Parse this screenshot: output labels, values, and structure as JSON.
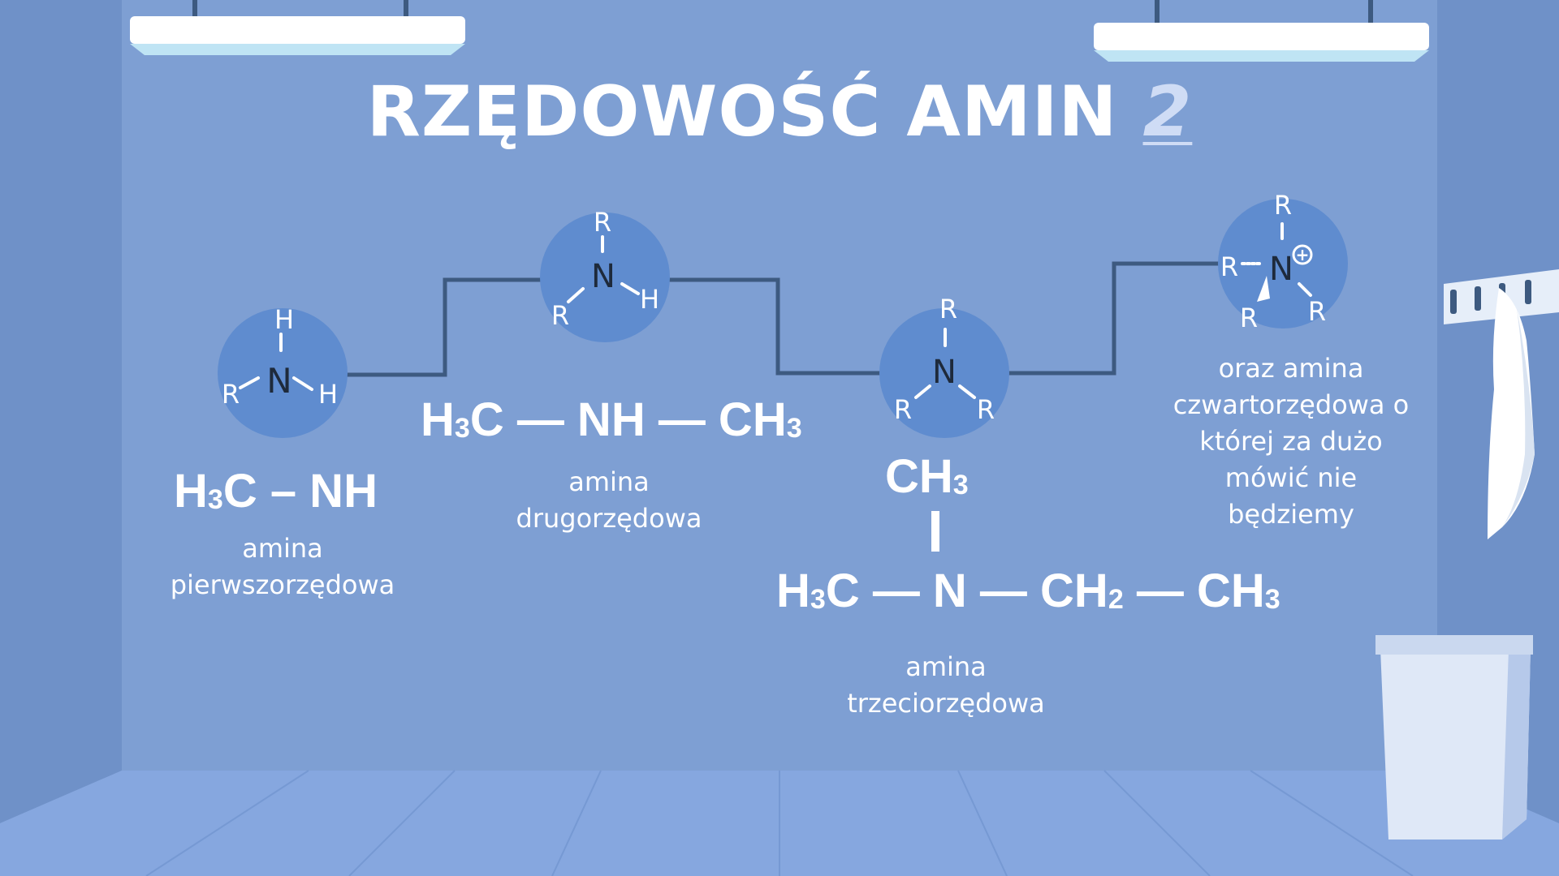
{
  "title": {
    "main": "RZĘDOWOŚĆ AMIN",
    "number": "2"
  },
  "diagram_labels": {
    "primary": {
      "center": "N",
      "top": "H",
      "left": "R",
      "right": "H"
    },
    "secondary": {
      "center": "N",
      "top": "R",
      "left": "R",
      "right": "H"
    },
    "tertiary": {
      "center": "N",
      "top": "R",
      "left": "R",
      "right": "R"
    },
    "quaternary": {
      "center": "N",
      "charge": "+",
      "top": "R",
      "left": "R",
      "bottom_left": "R",
      "bottom_right": "R"
    }
  },
  "primary": {
    "formula_parts": [
      "H",
      "3",
      "C – NH"
    ],
    "caption_line1": "amina",
    "caption_line2": "pierwszorzędowa"
  },
  "secondary": {
    "formula_parts": [
      "H",
      "3",
      "C — NH — CH",
      "3"
    ],
    "caption_line1": "amina",
    "caption_line2": "drugorzędowa"
  },
  "tertiary": {
    "top_group": [
      "CH",
      "3"
    ],
    "formula_parts": [
      "H",
      "3",
      "C — N — CH",
      "2",
      " — CH",
      "3"
    ],
    "caption_line1": "amina",
    "caption_line2": "trzeciorzędowa"
  },
  "quaternary": {
    "lines": [
      "oraz amina",
      "czwartorzędowa o",
      "której za dużo",
      "mówić nie",
      "będziemy"
    ]
  },
  "colors": {
    "background": "#7e9fd3",
    "side_wall": "#6f91c8",
    "floor": "#86a7df",
    "circle": "#5f8ccf",
    "connector": "#3d5a80",
    "text": "#ffffff"
  }
}
